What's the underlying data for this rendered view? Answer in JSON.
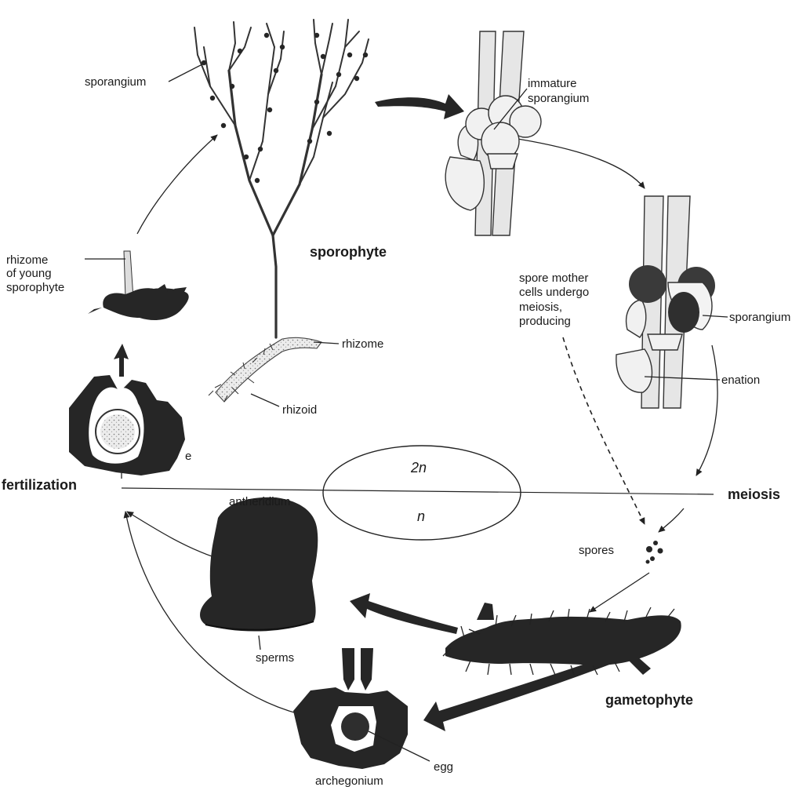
{
  "labels": {
    "sporangium_top": "sporangium",
    "immature_1": "immature",
    "immature_2": "sporangium",
    "sporophyte": "sporophyte",
    "rhizome_young_1": "rhizome",
    "rhizome_young_2": "of young",
    "rhizome_young_3": "sporophyte",
    "rhizome": "rhizome",
    "rhizoid": "rhizoid",
    "spore_mother_1": "spore mother",
    "spore_mother_2": "cells undergo",
    "spore_mother_3": "meiosis,",
    "spore_mother_4": "producing",
    "sporangium_right": "sporangium",
    "enation": "enation",
    "fertilization": "fertilization",
    "meiosis": "meiosis",
    "zygote_partial": "e",
    "diploid": "2n",
    "haploid": "n",
    "antheridium": "antheridium",
    "spores": "spores",
    "sperms": "sperms",
    "gametophyte": "gametophyte",
    "egg": "egg",
    "archegonium": "archegonium"
  },
  "colors": {
    "ink": "#262626",
    "line": "#222222",
    "background": "#ffffff"
  }
}
